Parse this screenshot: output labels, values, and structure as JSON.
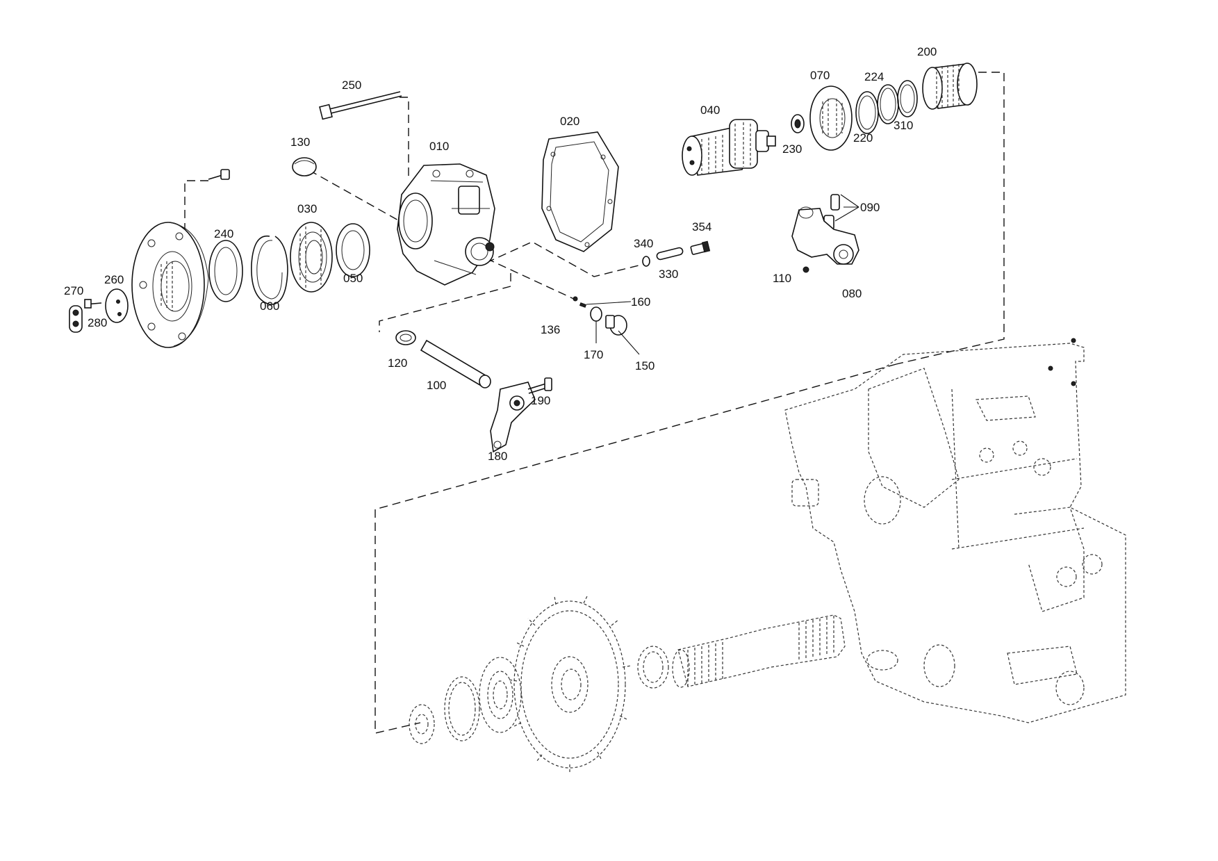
{
  "diagram": {
    "part_numbers": {
      "p250": "250",
      "p010": "010",
      "p020": "020",
      "p040": "040",
      "p070": "070",
      "p224": "224",
      "p200": "200",
      "p230": "230",
      "p220": "220",
      "p310": "310",
      "p130": "130",
      "p030": "030",
      "p240": "240",
      "p060": "060",
      "p050": "050",
      "p260": "260",
      "p270": "270",
      "p280": "280",
      "p340": "340",
      "p354": "354",
      "p330": "330",
      "p090": "090",
      "p110": "110",
      "p080": "080",
      "p160": "160",
      "p136": "136",
      "p170": "170",
      "p150": "150",
      "p120": "120",
      "p100": "100",
      "p190": "190",
      "p180": "180"
    }
  }
}
